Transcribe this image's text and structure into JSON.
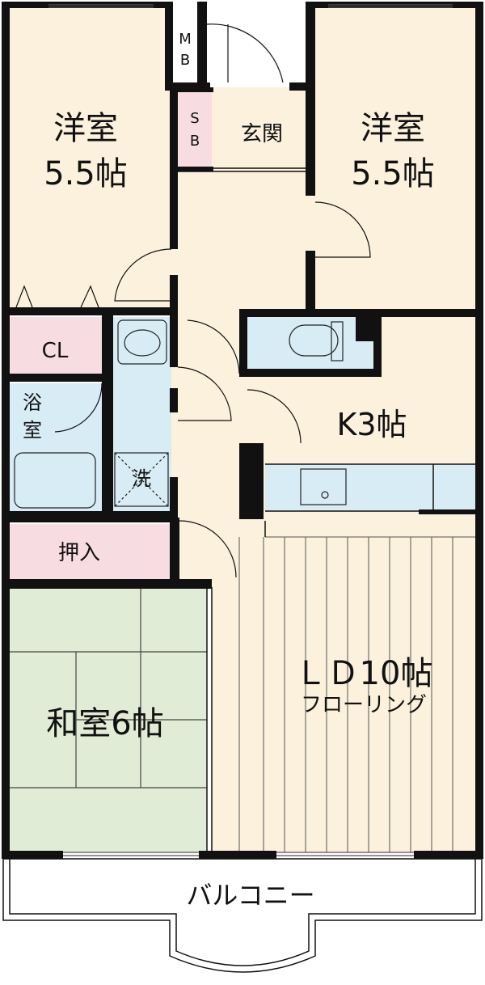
{
  "rooms": {
    "western_left": {
      "name": "洋室",
      "size": "5.5帖"
    },
    "western_right": {
      "name": "洋室",
      "size": "5.5帖"
    },
    "mb": {
      "l1": "M",
      "l2": "B"
    },
    "sb": {
      "l1": "S",
      "l2": "B"
    },
    "entrance": "玄関",
    "closet": "CL",
    "bath": {
      "l1": "浴",
      "l2": "室"
    },
    "washer": "洗",
    "kitchen": "K3帖",
    "oshiire": "押入",
    "washitsu": "和室6帖",
    "ld": {
      "name": "ＬＤ10帖",
      "floor": "フローリング"
    },
    "balcony": "バルコニー"
  },
  "colors": {
    "western": "#fbf1dc",
    "storage": "#f7dde2",
    "water": "#d7ecf5",
    "tatami": "#e1ecd6",
    "wall": "#111111"
  }
}
